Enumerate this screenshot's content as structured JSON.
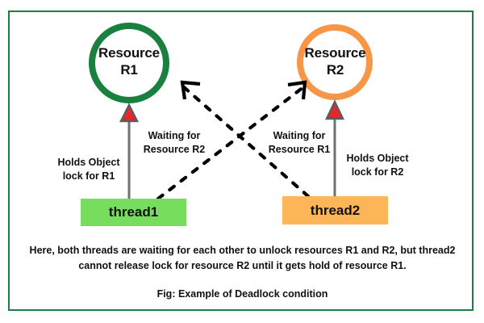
{
  "figure": {
    "border_color": "#1a8040",
    "background": "#ffffff",
    "caption": "Here, both threads are waiting for each other to unlock resources R1 and R2, but thread2 cannot release lock for resource R2 until it gets hold of resource R1.",
    "fig_label": "Fig: Example of Deadlock condition"
  },
  "nodes": {
    "resources": [
      {
        "id": "R1",
        "label_line1": "Resource",
        "label_line2": "R1",
        "shape": "circle",
        "stroke_color": "#1a8040",
        "fill": "#ffffff"
      },
      {
        "id": "R2",
        "label_line1": "Resource",
        "label_line2": "R2",
        "shape": "circle",
        "stroke_color": "#f79646",
        "fill": "#ffffff"
      }
    ],
    "threads": [
      {
        "id": "thread1",
        "label": "thread1",
        "shape": "rect",
        "fill": "#77dd5e"
      },
      {
        "id": "thread2",
        "label": "thread2",
        "shape": "rect",
        "fill": "#fcb557"
      }
    ]
  },
  "edges": [
    {
      "from": "thread1",
      "to": "R1",
      "style": "solid",
      "line_color": "#6e7173",
      "arrowhead_fill": "#e8252a",
      "arrowhead_stroke": "#5a5d5f",
      "label_line1": "Holds Object",
      "label_line2": "lock for R1"
    },
    {
      "from": "thread2",
      "to": "R2",
      "style": "solid",
      "line_color": "#6e7173",
      "arrowhead_fill": "#e8252a",
      "arrowhead_stroke": "#5a5d5f",
      "label_line1": "Holds Object",
      "label_line2": "lock for R2"
    },
    {
      "from": "thread1",
      "to": "R2",
      "style": "dashed",
      "line_color": "#000000",
      "arrowhead": "open-v",
      "label_line1": "Waiting for",
      "label_line2": "Resource R2"
    },
    {
      "from": "thread2",
      "to": "R1",
      "style": "dashed",
      "line_color": "#000000",
      "arrowhead": "open-v",
      "label_line1": "Waiting for",
      "label_line2": "Resource R1"
    }
  ]
}
